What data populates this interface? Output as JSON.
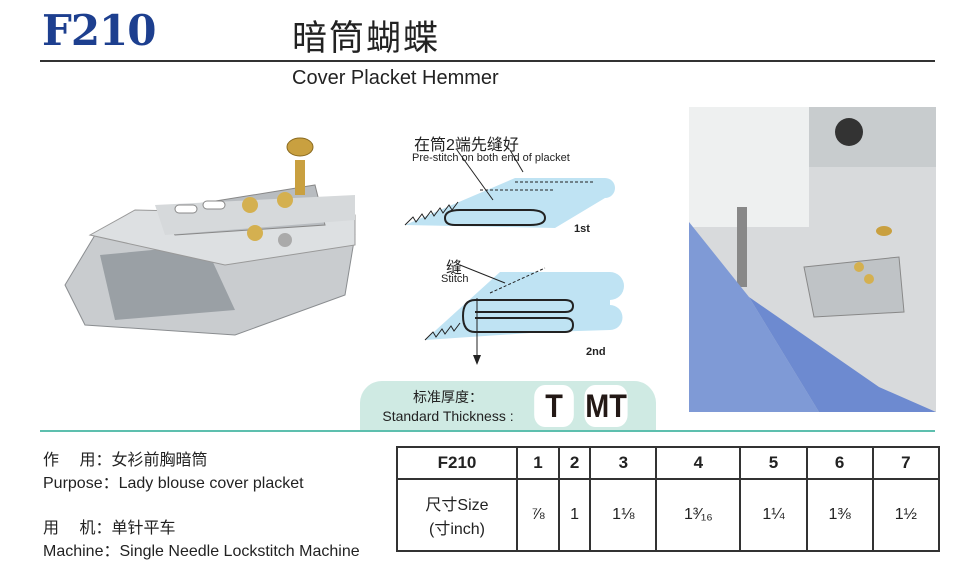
{
  "header": {
    "code": "F210",
    "cn_title": "暗筒蝴蝶",
    "en_title": "Cover Placket Hemmer"
  },
  "diagram": {
    "note_cn": "在筒2端先缝好",
    "note_en": "Pre-stitch on both end of placket",
    "step1": "1st",
    "stitch_cn": "缝",
    "stitch_en": "Stitch",
    "step2": "2nd"
  },
  "thickness": {
    "label_cn": "标准厚度：",
    "label_en": "Standard Thickness :",
    "badges": [
      "T",
      "MT"
    ],
    "colors": {
      "panel": "#cfeae3",
      "line": "#5dbfae"
    }
  },
  "info": {
    "purpose_cn": "作　 用：女衫前胸暗筒",
    "purpose_en": "Purpose：Lady blouse cover placket",
    "machine_cn": "用　 机：单针平车",
    "machine_en": "Machine：Single Needle Lockstitch Machine"
  },
  "table": {
    "header": [
      "F210",
      "1",
      "2",
      "3",
      "4",
      "5",
      "6",
      "7"
    ],
    "row_label_1": "尺寸Size",
    "row_label_2": "(寸inch)",
    "sizes": [
      "⅞",
      "1",
      "1⅛",
      "1³⁄₁₆",
      "1¼",
      "1⅜",
      "1½"
    ]
  }
}
